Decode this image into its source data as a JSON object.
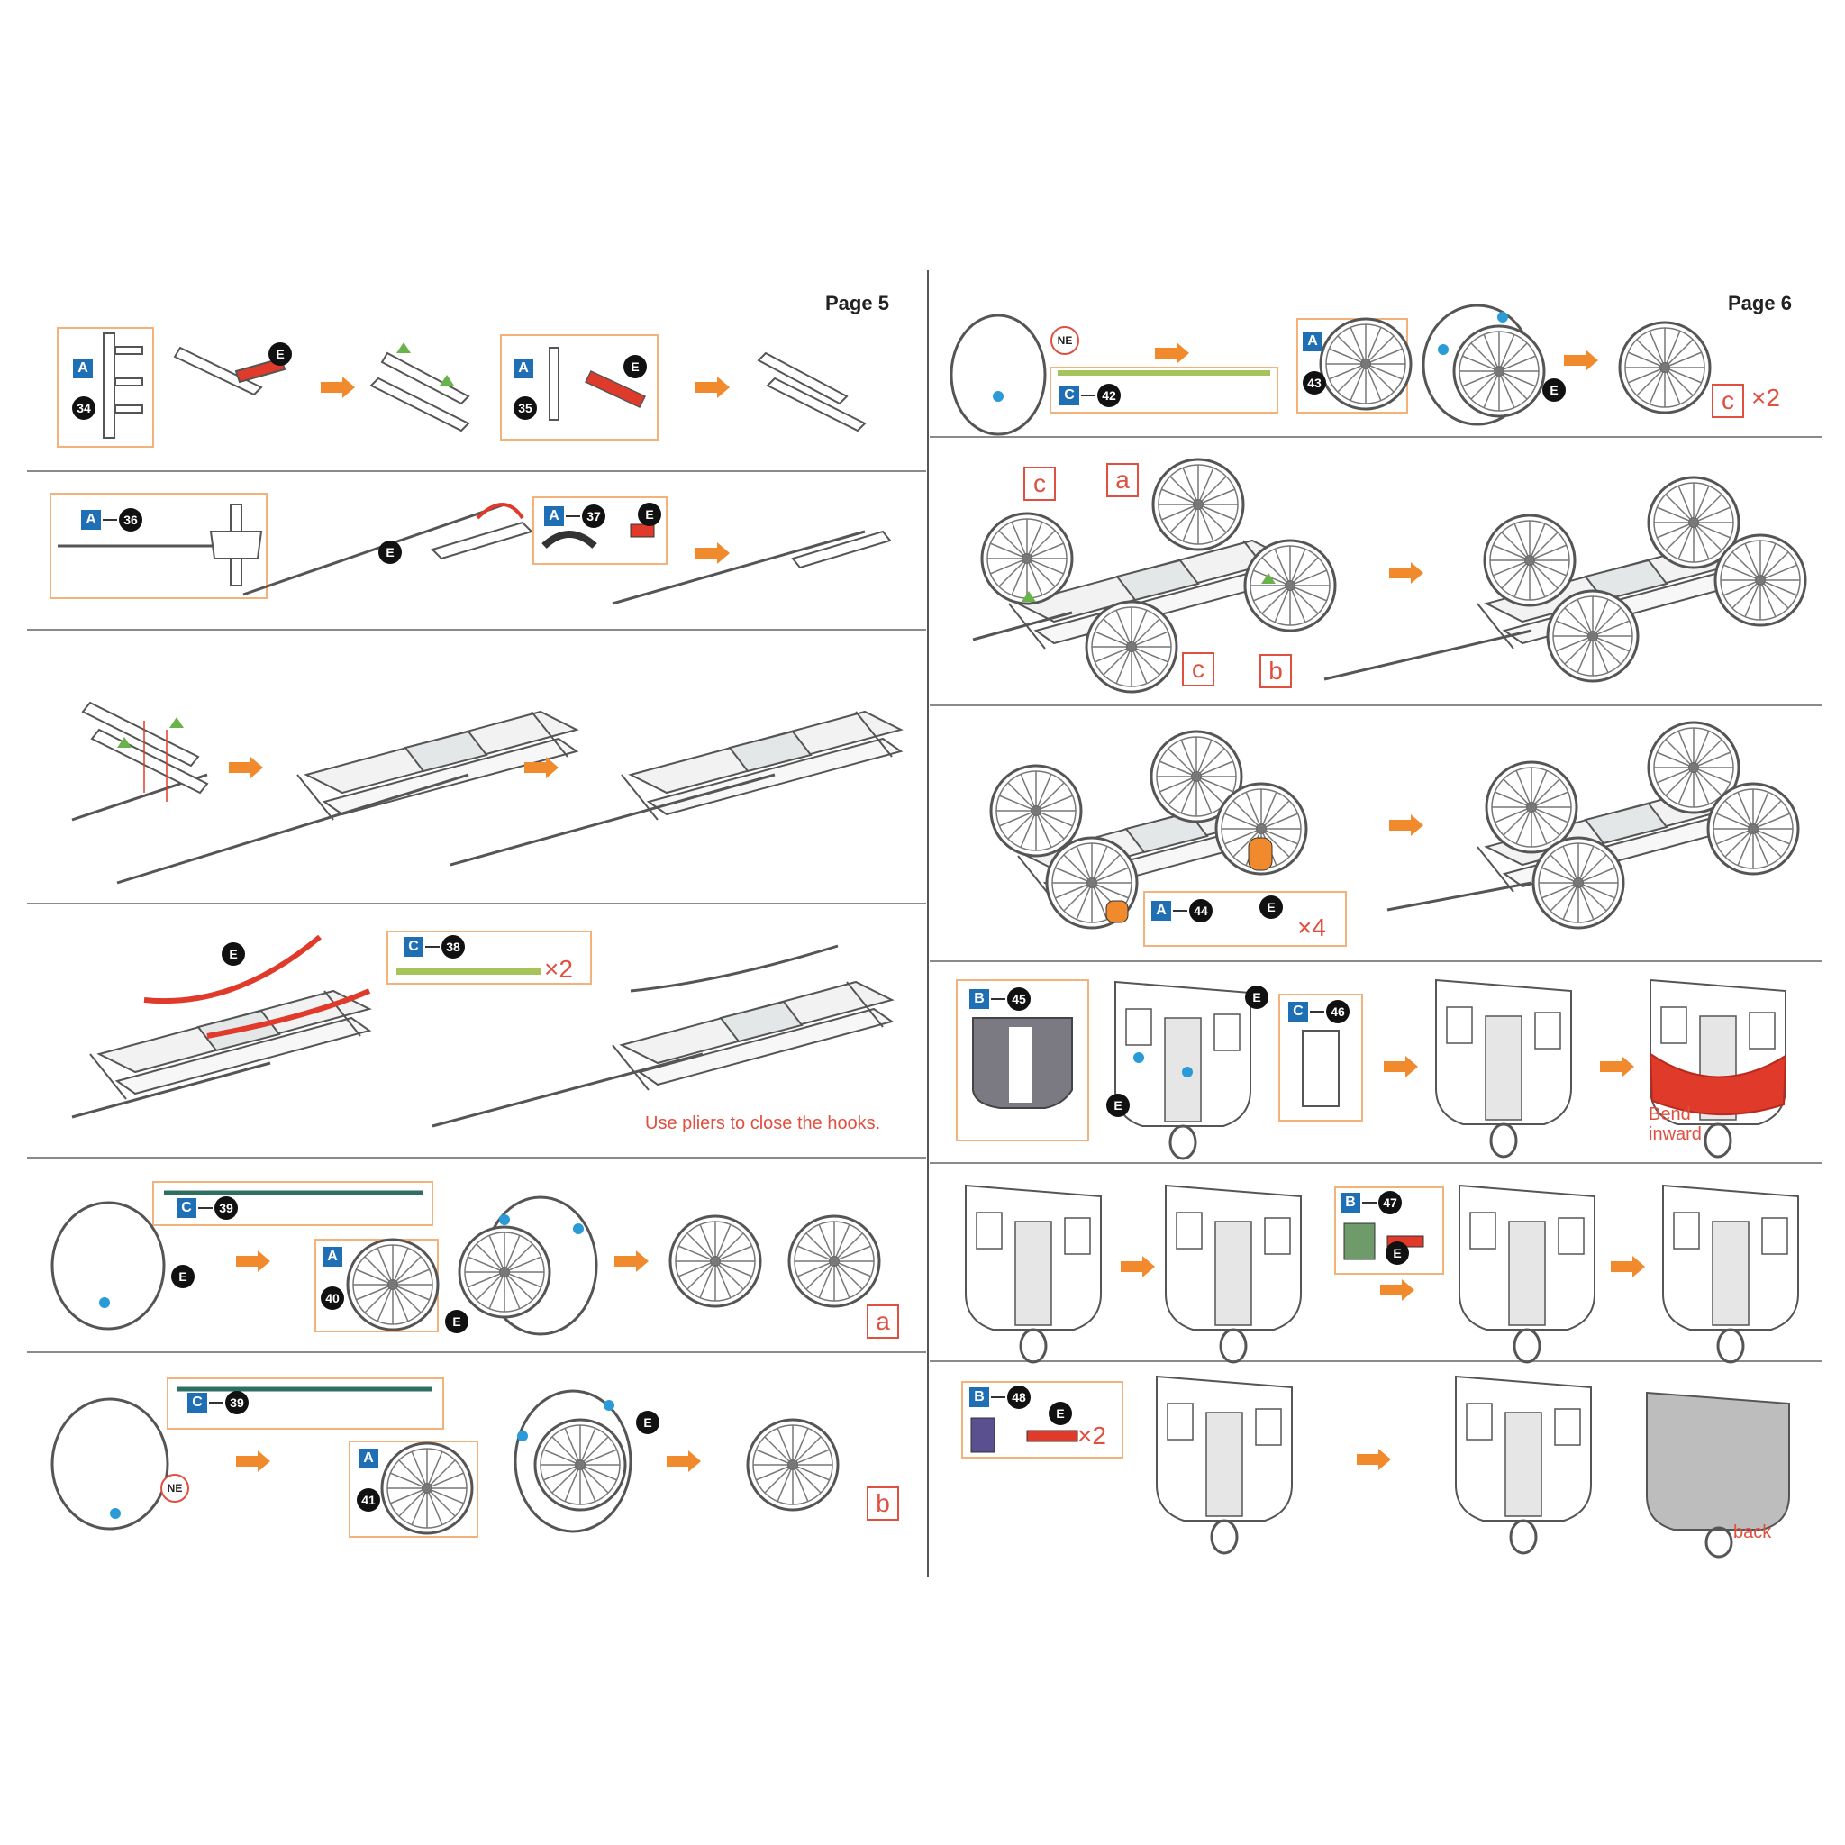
{
  "pages": [
    {
      "label": "Page 5"
    },
    {
      "label": "Page 6"
    }
  ],
  "badges": {
    "A": "A",
    "B": "B",
    "C": "C",
    "E": "E",
    "NE": "NE"
  },
  "part_numbers": [
    "34",
    "35",
    "36",
    "37",
    "38",
    "39",
    "40",
    "39",
    "41",
    "42",
    "43",
    "44",
    "45",
    "46",
    "47",
    "48"
  ],
  "multipliers": {
    "x2": "×2",
    "x4": "×4"
  },
  "wheel_tags": [
    "a",
    "b",
    "c"
  ],
  "notes": {
    "pliers": "Use pliers to close the hooks.",
    "bend_inward": "Bend inward",
    "back": "back"
  },
  "colors": {
    "step_box": "#f2b27a",
    "arrow": "#f08a2c",
    "badge_square": "#1f6fb5",
    "highlight_red": "#e03a2a",
    "rod_green": "#a6c45a",
    "rim_teal": "#2f6f63",
    "panel_gray": "#7b7a82",
    "panel_green": "#6f9a6a",
    "panel_purple": "#5a4f8f",
    "dot_blue": "#2a9bd6"
  },
  "icons": [
    "orange-arrow-icon",
    "wheel-icon",
    "chassis-icon",
    "coach-panel-icon",
    "hook-icon",
    "axle-icon"
  ]
}
